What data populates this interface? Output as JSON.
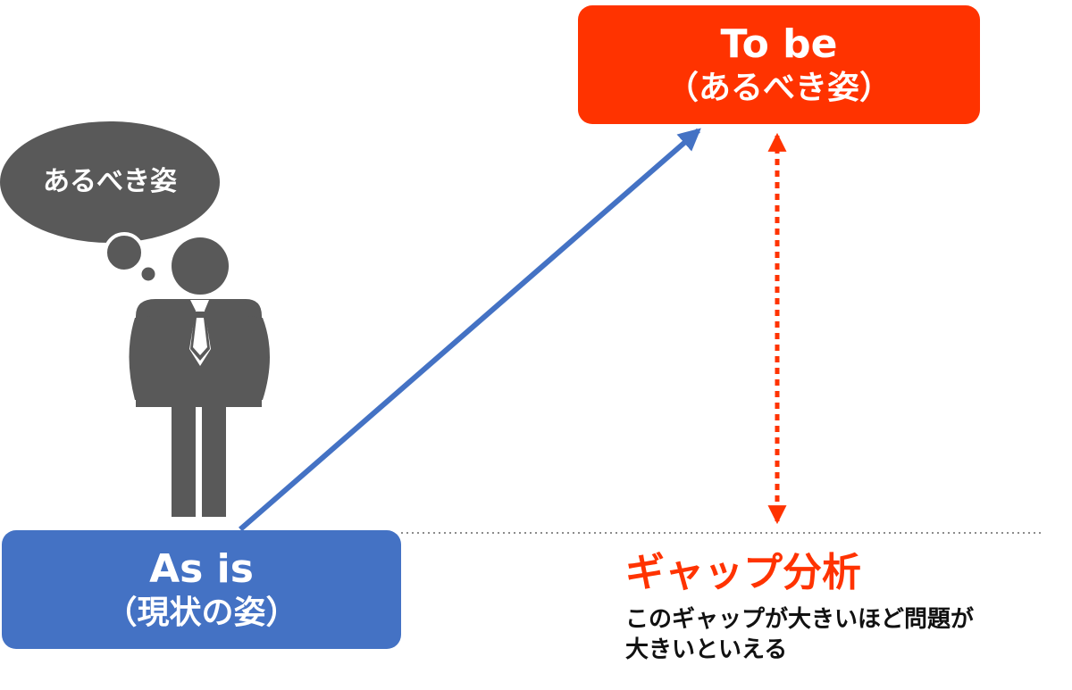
{
  "target_box": {
    "title": "To be",
    "subtitle": "（あるべき姿）",
    "color": "#ff3300"
  },
  "current_box": {
    "title": "As is",
    "subtitle": "（現状の姿）",
    "color": "#4472c4"
  },
  "thought_bubble": {
    "text": "あるべき姿",
    "color": "#595959"
  },
  "gap": {
    "title": "ギャップ分析",
    "description_line_1": "このギャップが大きいほど問題が",
    "description_line_2": "大きいといえる",
    "color": "#ff3300"
  },
  "icons": {
    "person": "businessman-icon",
    "trend_arrow": "diagonal-arrow-icon",
    "gap_arrow": "double-headed-dotted-arrow-icon"
  }
}
